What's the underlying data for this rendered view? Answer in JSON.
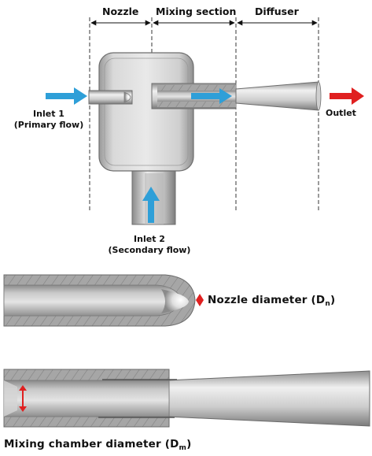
{
  "sections": {
    "nozzle": "Nozzle",
    "mixing": "Mixing section",
    "diffuser": "Diffuser"
  },
  "inlet1": {
    "line1": "Inlet 1",
    "line2": "(Primary flow)"
  },
  "inlet2": {
    "line1": "Inlet 2",
    "line2": "(Secondary flow)"
  },
  "outlet": "Outlet",
  "nozzle_diameter": {
    "text": "Nozzle  diameter  (D",
    "sub": "n",
    "close": ")"
  },
  "mixing_diameter": {
    "text": "Mixing  chamber  diameter  (D",
    "sub": "m",
    "close": ")"
  },
  "colors": {
    "primary_arrow": "#2e9fd8",
    "outlet_arrow": "#e02020",
    "dimension_marker": "#e02020",
    "metal_light": "#e6e6e6",
    "metal_mid": "#b8b8b8",
    "metal_dark": "#777777"
  }
}
